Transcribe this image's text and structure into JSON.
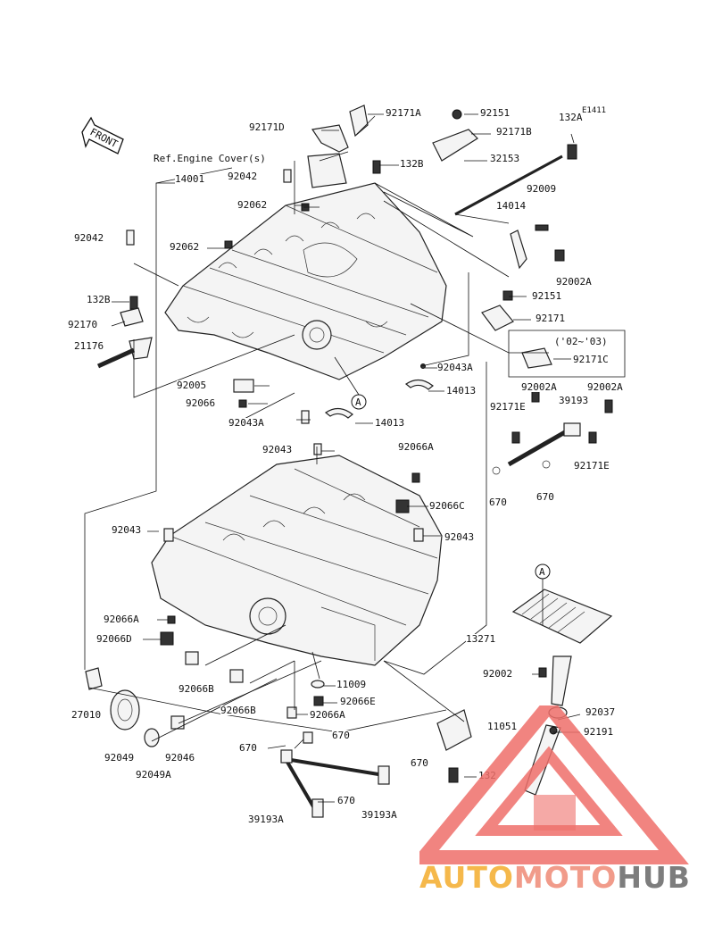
{
  "diagram": {
    "code": "E1411",
    "front_label": "FRONT",
    "ref_note": "Ref.Engine Cover(s)",
    "year_note": "('02~'03)"
  },
  "labels": {
    "92171A": "92171A",
    "92151_top": "92151",
    "132A": "132A",
    "92171D": "92171D",
    "92171B": "92171B",
    "132B_top": "132B",
    "32153": "32153",
    "14001": "14001",
    "92042_top": "92042",
    "92009": "92009",
    "92062_top": "92062",
    "14014": "14014",
    "92042_left": "92042",
    "92062_mid": "92062",
    "92002A_top": "92002A",
    "132B_left": "132B",
    "92151_mid": "92151",
    "92170": "92170",
    "92171": "92171",
    "21176": "21176",
    "92171C": "92171C",
    "92043A_r": "92043A",
    "92005": "92005",
    "14013_r": "14013",
    "92002A_m1": "92002A",
    "92002A_m2": "92002A",
    "92066_l": "92066",
    "39193_r": "39193",
    "92171E_1": "92171E",
    "92043A_l": "92043A",
    "14013_m": "14013",
    "92171E_2": "92171E",
    "92043_top": "92043",
    "92066A_top": "92066A",
    "670_a": "670",
    "670_b": "670",
    "92066C": "92066C",
    "92043_l": "92043",
    "92043_r": "92043",
    "92066A_l": "92066A",
    "92066D": "92066D",
    "13271": "13271",
    "92002": "92002",
    "11009": "11009",
    "92066B_1": "92066B",
    "92066E": "92066E",
    "27010": "27010",
    "92066B_2": "92066B",
    "92066A_b": "92066A",
    "92037": "92037",
    "11051": "11051",
    "92191": "92191",
    "92049": "92049",
    "92046": "92046",
    "670_c": "670",
    "670_d": "670",
    "670_e": "670",
    "132": "132",
    "92049A": "92049A",
    "670_f": "670",
    "39193A_1": "39193A",
    "39193A_2": "39193A",
    "ref_A1": "A",
    "ref_A2": "A"
  },
  "watermark": {
    "part1": "AUTO",
    "part2": "MOTO",
    "part3": "HUB",
    "colors": {
      "auto": "#f5b84b",
      "moto": "#f19b8a",
      "hub": "#7d7d7d",
      "triangle": "#ef6f6a"
    }
  }
}
